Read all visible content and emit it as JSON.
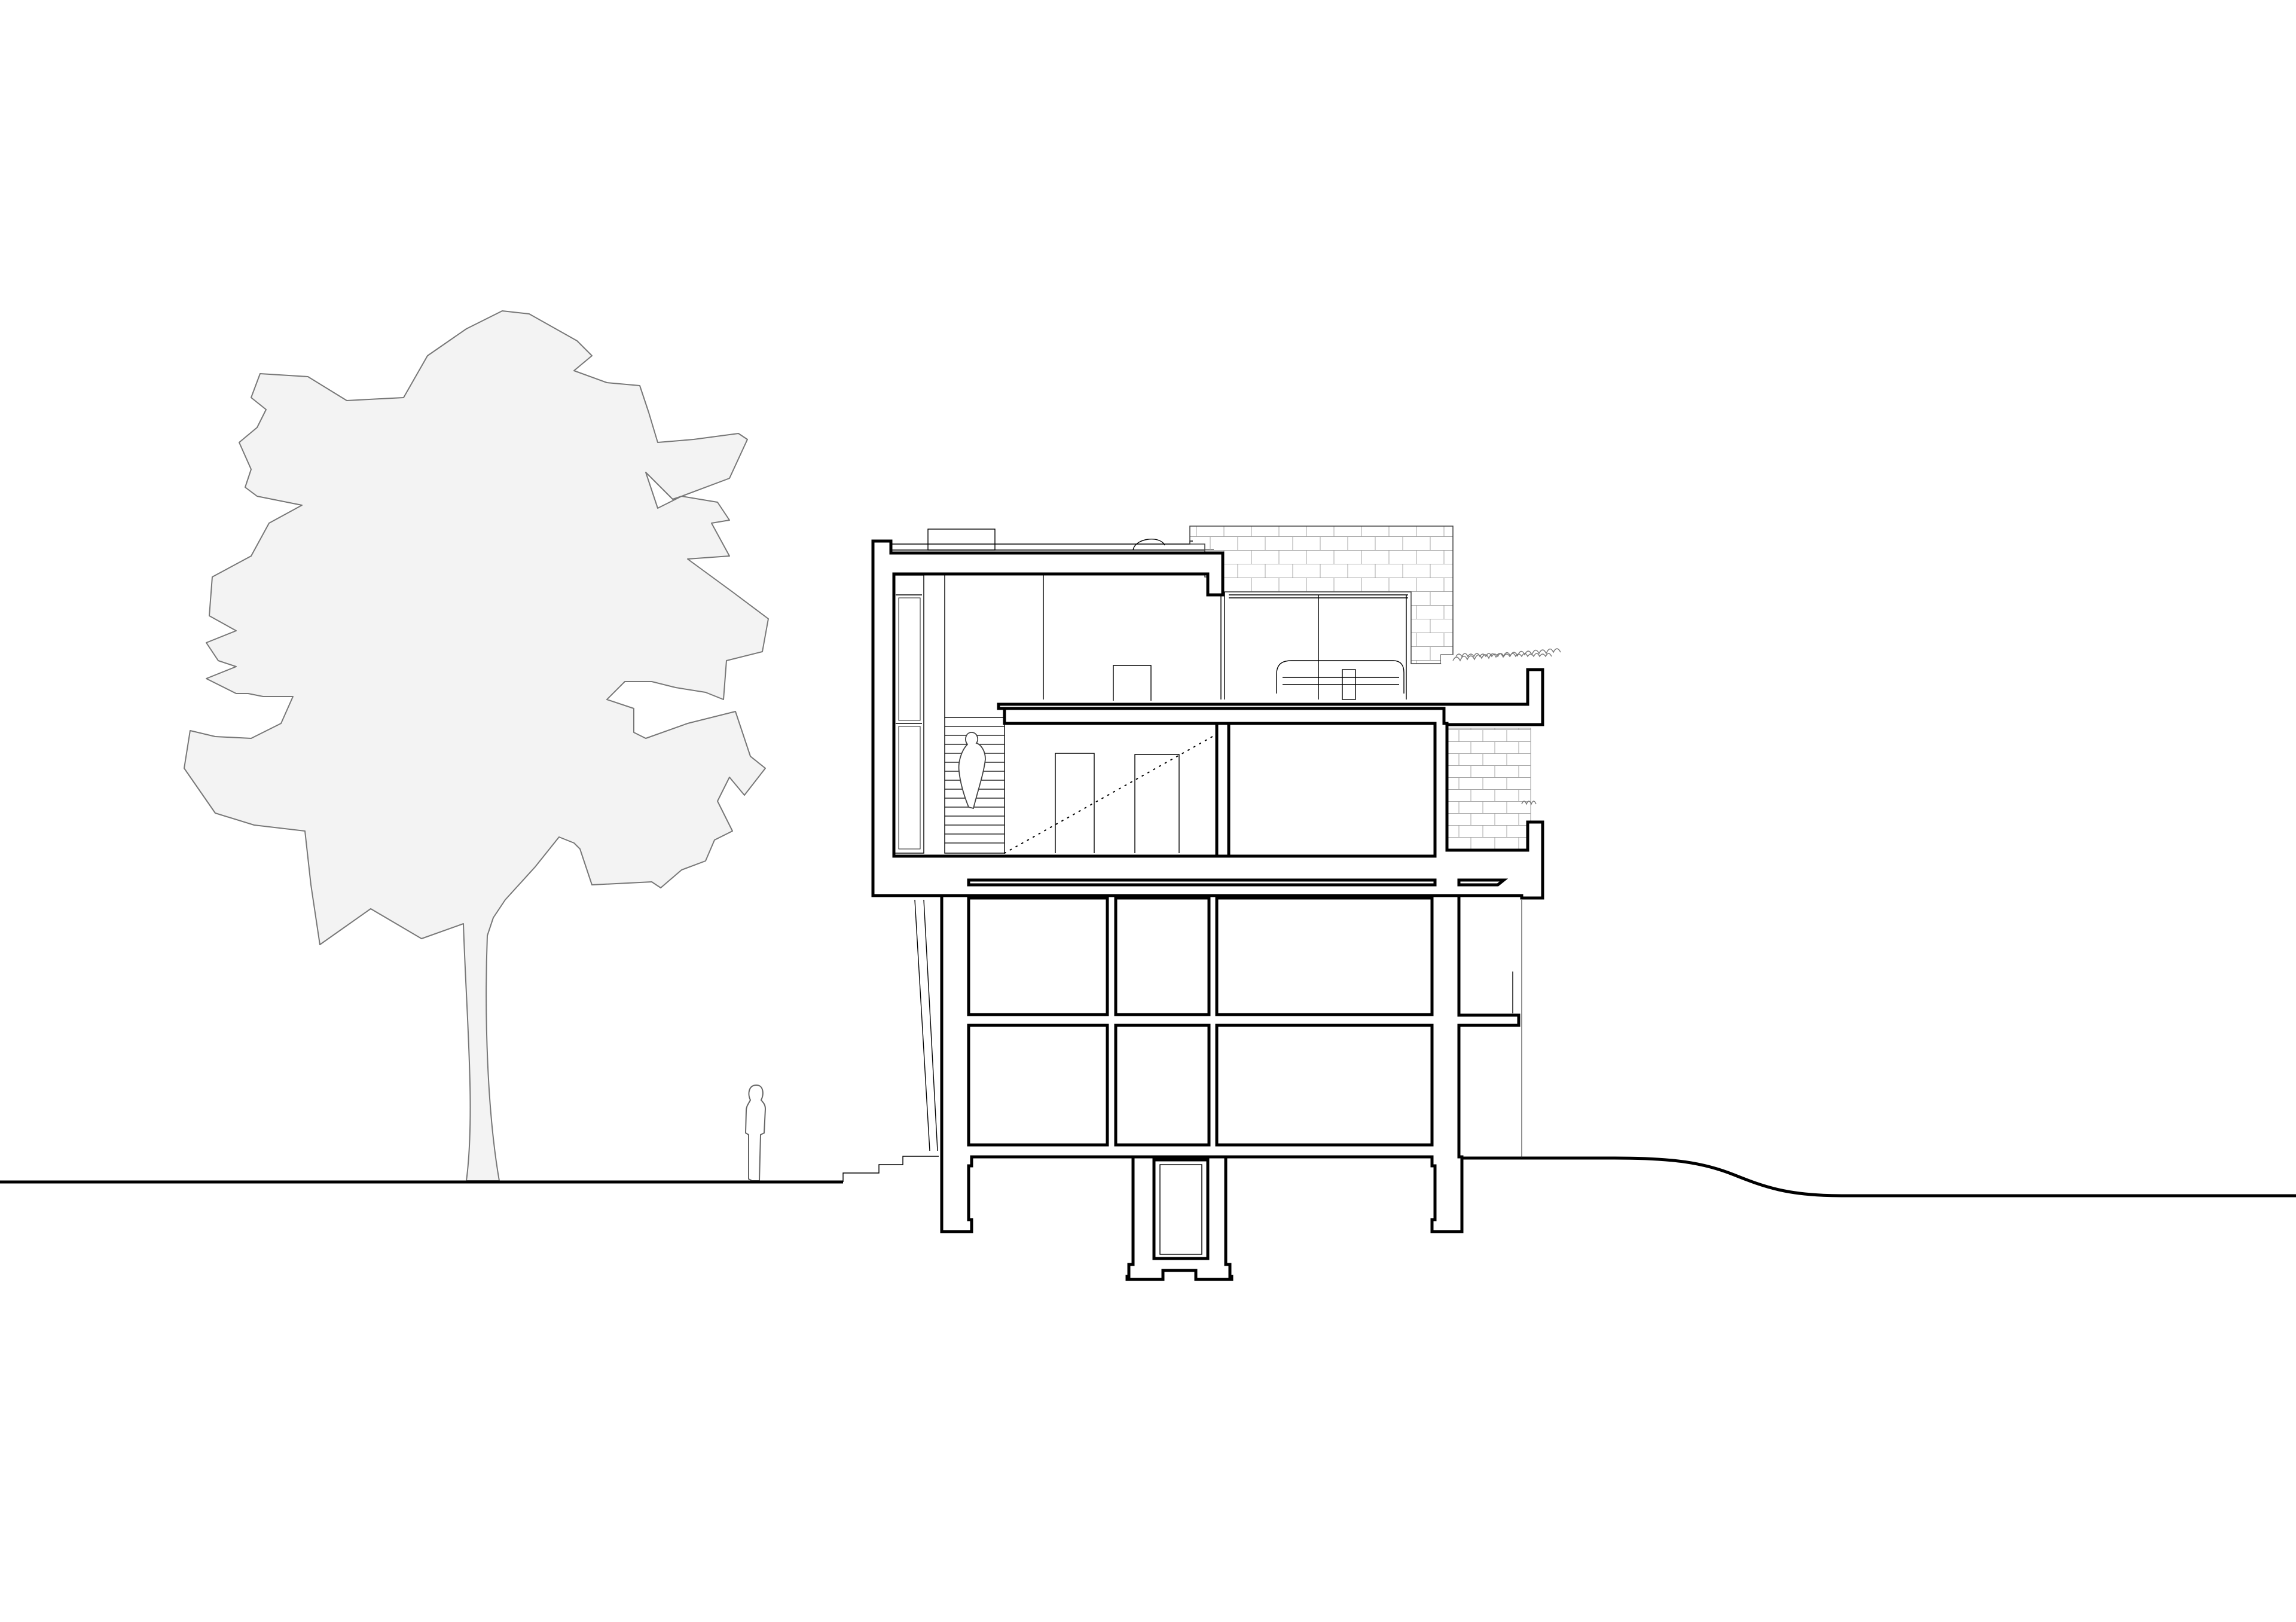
{
  "drawing": {
    "kind": "architectural building section",
    "colors": {
      "background": "#ffffff",
      "line": "#000000",
      "tree_fill": "#f3f3f3",
      "tree_stroke": "#777777",
      "hatch": "#9a9a9a"
    },
    "elements": [
      "tree-silhouette",
      "human-figure",
      "ground-line",
      "building-section-cut",
      "foundation",
      "roof-terrace",
      "green-roof-planting",
      "brick-cladding",
      "staircase",
      "bed",
      "sightline-dotted"
    ]
  }
}
